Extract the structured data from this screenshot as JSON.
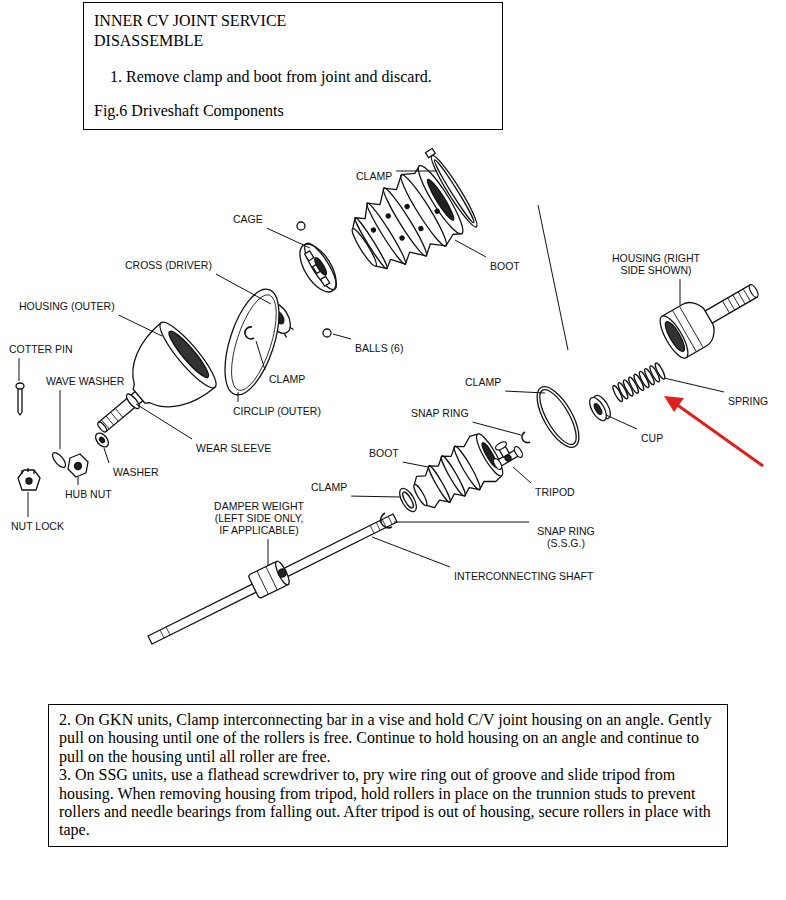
{
  "diagram": {
    "nodes": [
      {
        "text": [
          "INNER CV JOINT SERVICE DISASSEMBLE",
          "1. Remove clamp and boot from joint and discard.",
          "Fig.6 Driveshaft Components"
        ]
      },
      {
        "text": [
          "2. On GKN units, Clamp interconnecting bar in a vise and hold C/V joint housing on an angle. Gently pull on housing until one of the rollers is free. Continue to hold housing on an angle and continue to pull on the housing until all roller are free.",
          "3. On SSG units, use a flathead screwdriver to, pry wire ring out of groove and slide tripod from housing. When removing housing from tripod, hold rollers in place on the trunnion studs to prevent rollers and needle bearings from falling out. After tripod is out of housing, secure rollers in place with tape."
        ]
      }
    ],
    "labels": [
      "CLAMP",
      "CAGE",
      "CROSS (DRIVER)",
      "BOOT",
      "HOUSING (OUTER)",
      "COTTER PIN",
      "WAVE WASHER",
      "BALLS (6)",
      "CLAMP",
      "CIRCLIP (OUTER)",
      "WEAR SLEEVE",
      "WASHER",
      "HUB NUT",
      "NUT LOCK",
      "HOUSING (RIGHT SIDE SHOWN)",
      "SPRING",
      "CLAMP",
      "CUP",
      "SNAP RING",
      "BOOT",
      "TRIPOD",
      "CLAMP",
      "SNAP RING (S.S.G.)",
      "DAMPER WEIGHT (LEFT SIDE ONLY, IF APPLICABLE)",
      "INTERCONNECTING SHAFT"
    ]
  }
}
